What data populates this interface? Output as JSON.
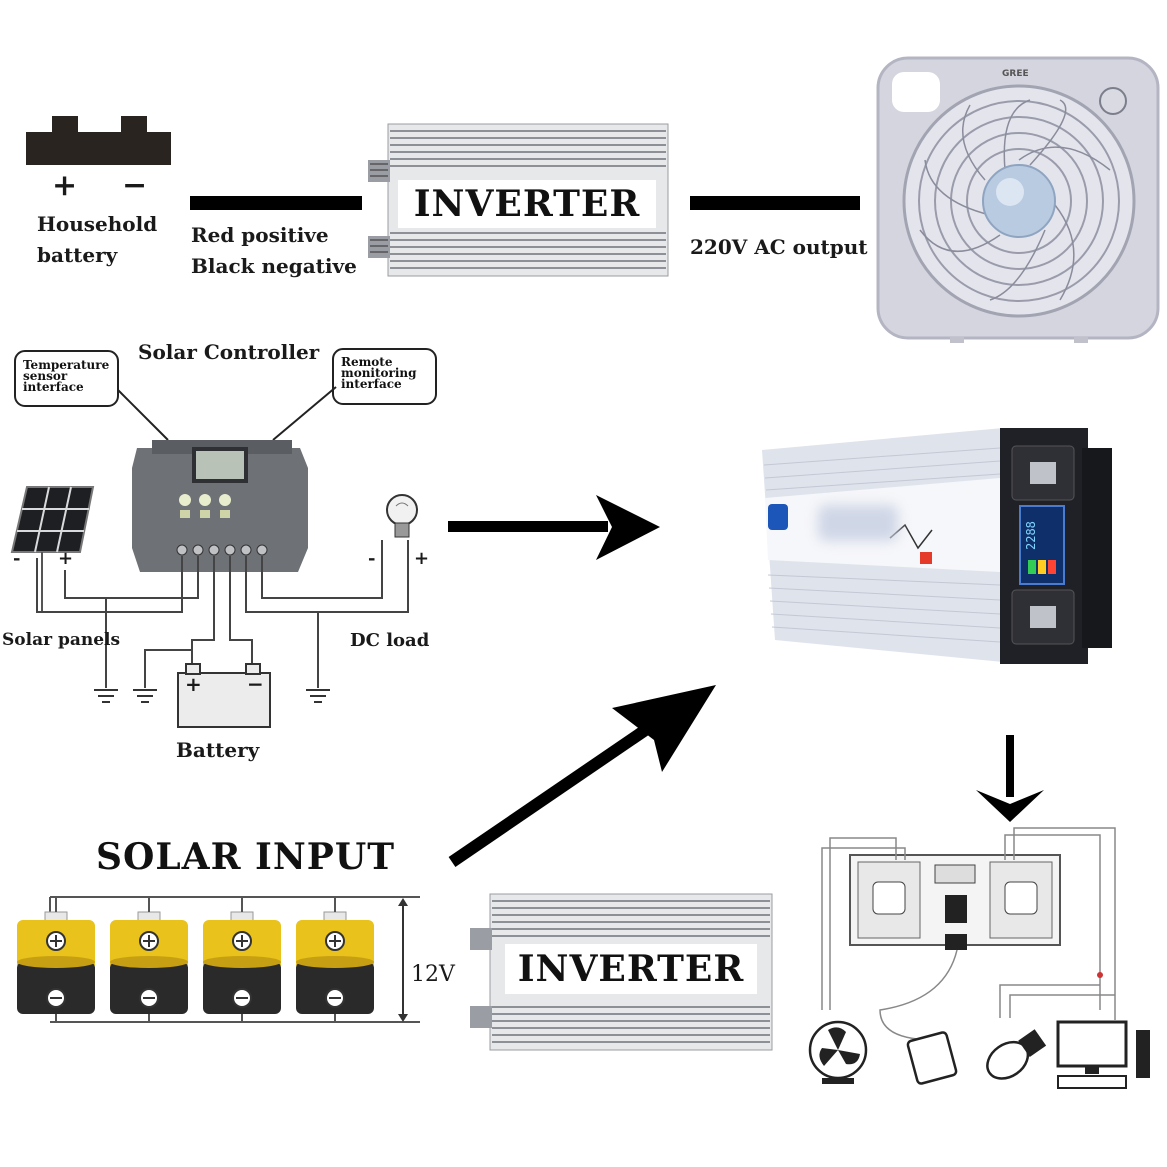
{
  "top_row": {
    "battery_plus": "+",
    "battery_minus": "−",
    "battery_label_line1": "Household",
    "battery_label_line2": "battery",
    "wire_label_line1": "Red positive",
    "wire_label_line2": "Black negative",
    "inverter_label": "INVERTER",
    "output_label": "220V AC output",
    "fan_brand": "GREE"
  },
  "controller": {
    "title": "Solar Controller",
    "callout_left_line1": "Temperature",
    "callout_left_line2": "sensor",
    "callout_left_line3": "interface",
    "callout_right_line1": "Remote",
    "callout_right_line2": "monitoring",
    "callout_right_line3": "interface",
    "panel_minus": "-",
    "panel_plus": "+",
    "panels_label": "Solar panels",
    "load_minus": "-",
    "load_plus": "+",
    "load_label": "DC load",
    "battery_plus": "+",
    "battery_minus": "−",
    "battery_label": "Battery"
  },
  "product": {
    "display_reading": "2288"
  },
  "solar": {
    "title": "SOLAR INPUT",
    "voltage_label": "12V",
    "inverter_label": "INVERTER"
  },
  "colors": {
    "battery_yellow": "#e9c21c",
    "battery_dark": "#2a2a2a",
    "inverter_silver": "#c8cbd0",
    "arrow": "#000000",
    "fan_gray": "#c9cad6"
  }
}
